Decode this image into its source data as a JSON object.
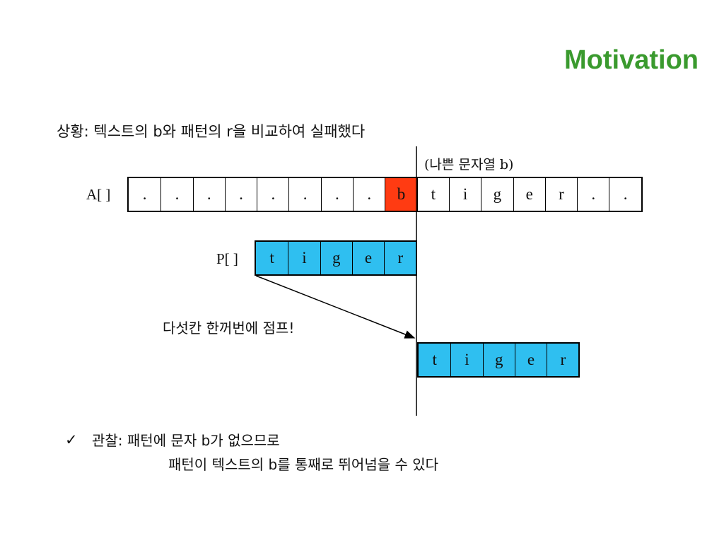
{
  "title": "Motivation",
  "situation_text": "상황: 텍스트의 b와 패턴의 r을 비교하여 실패했다",
  "bad_char_label": "(나쁜 문자열 b)",
  "text_array": {
    "label": "A[ ]",
    "cells": [
      ".",
      ".",
      ".",
      ".",
      ".",
      ".",
      ".",
      ".",
      "b",
      "t",
      "i",
      "g",
      "e",
      "r",
      ".",
      "."
    ],
    "highlight_index": 8,
    "highlight_color": "#ff3b12"
  },
  "pattern_array": {
    "label": "P[ ]",
    "cells": [
      "t",
      "i",
      "g",
      "e",
      "r"
    ],
    "color": "#2fbff0"
  },
  "shifted_pattern": {
    "cells": [
      "t",
      "i",
      "g",
      "e",
      "r"
    ]
  },
  "jump_note": "다섯칸 한꺼번에 점프!",
  "observation": {
    "check_icon": "check-icon",
    "line1": "관찰: 패턴에 문자 b가 없으므로",
    "line2": "패턴이 텍스트의 b를 통째로 뛰어넘을 수 있다"
  },
  "colors": {
    "title": "#3a9a2e",
    "highlight": "#ff3b12",
    "pattern": "#2fbff0"
  }
}
